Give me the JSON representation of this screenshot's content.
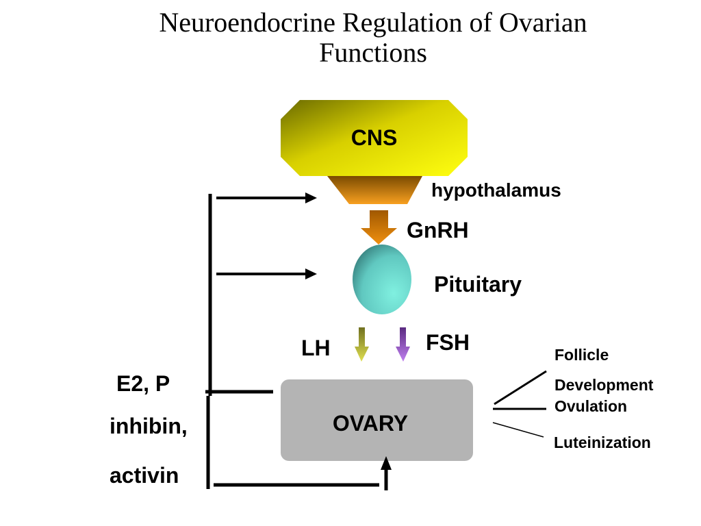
{
  "title": {
    "line1": "Neuroendocrine Regulation of Ovarian",
    "line2": "Functions"
  },
  "nodes": {
    "cns": "CNS",
    "hypothalamus": "hypothalamus",
    "gnrh": "GnRH",
    "pituitary": "Pituitary",
    "lh": "LH",
    "fsh": "FSH",
    "ovary": "OVARY"
  },
  "feedback": {
    "e2p": "E2, P",
    "inhibin": "inhibin,",
    "activin": "activin"
  },
  "functions": {
    "follicle": "Follicle",
    "development": "Development",
    "ovulation": "Ovulation",
    "luteinization": "Luteinization"
  },
  "colors": {
    "cns_fill": "#e8e000",
    "hypothalamus_fill": "#f08a10",
    "gnrh_arrow": "#e07808",
    "pituitary_fill": "#70e0d0",
    "lh_arrow": "#c8c840",
    "fsh_arrow": "#b070d8",
    "ovary_fill": "#b4b4b4"
  }
}
